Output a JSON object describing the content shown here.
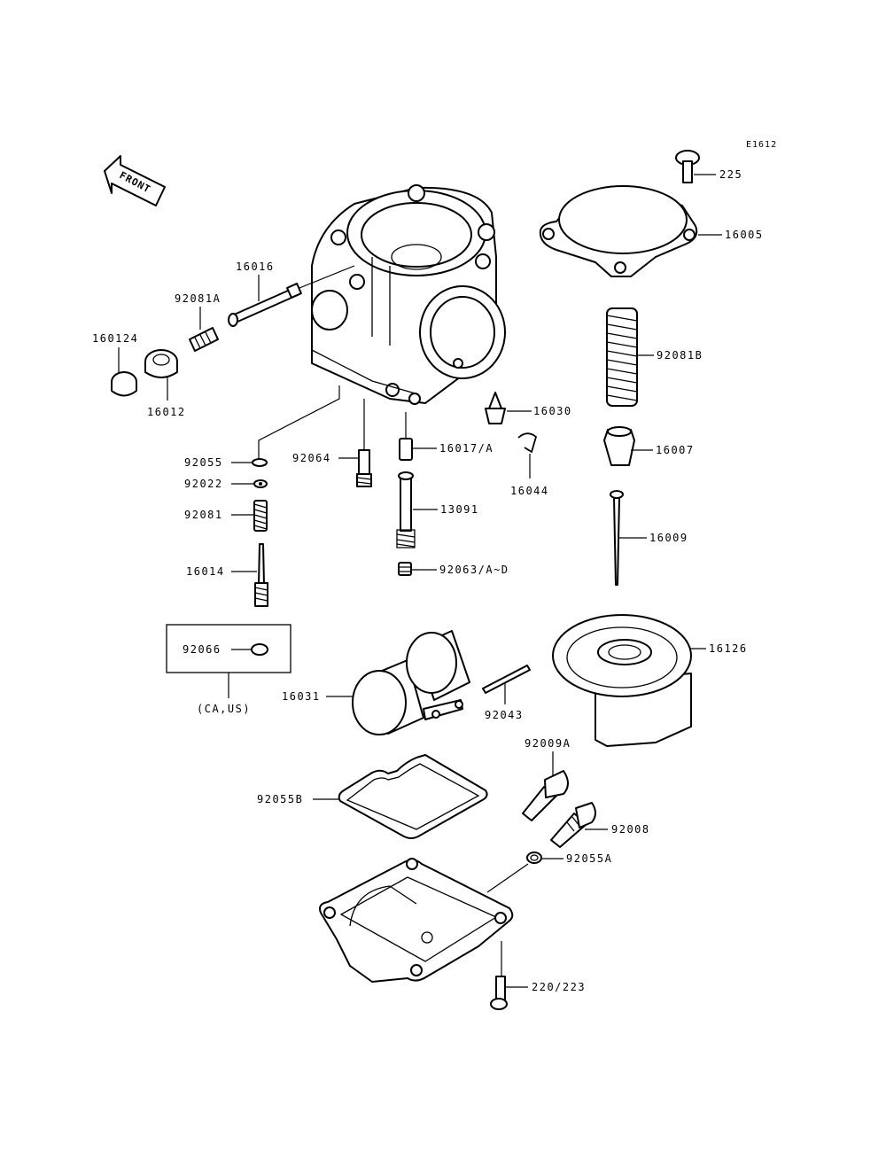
{
  "diagram_code": "E1612",
  "front_arrow_text": "FRONT",
  "box_note": "(CA,US)",
  "labels": {
    "p225": "225",
    "p16005": "16005",
    "p92081b": "92081B",
    "p16007": "16007",
    "p16009": "16009",
    "p16126": "16126",
    "p16030": "16030",
    "p16044": "16044",
    "p16017a": "16017/A",
    "p13091": "13091",
    "p92063": "92063/A~D",
    "p92064": "92064",
    "p16016": "16016",
    "p92081a": "92081A",
    "p160124": "160124",
    "p16012": "16012",
    "p92055": "92055",
    "p92022": "92022",
    "p92081": "92081",
    "p16014": "16014",
    "p92066": "92066",
    "p16031": "16031",
    "p92043": "92043",
    "p92009a": "92009A",
    "p92008": "92008",
    "p92055a": "92055A",
    "p92055b": "92055B",
    "p220_223": "220/223"
  }
}
